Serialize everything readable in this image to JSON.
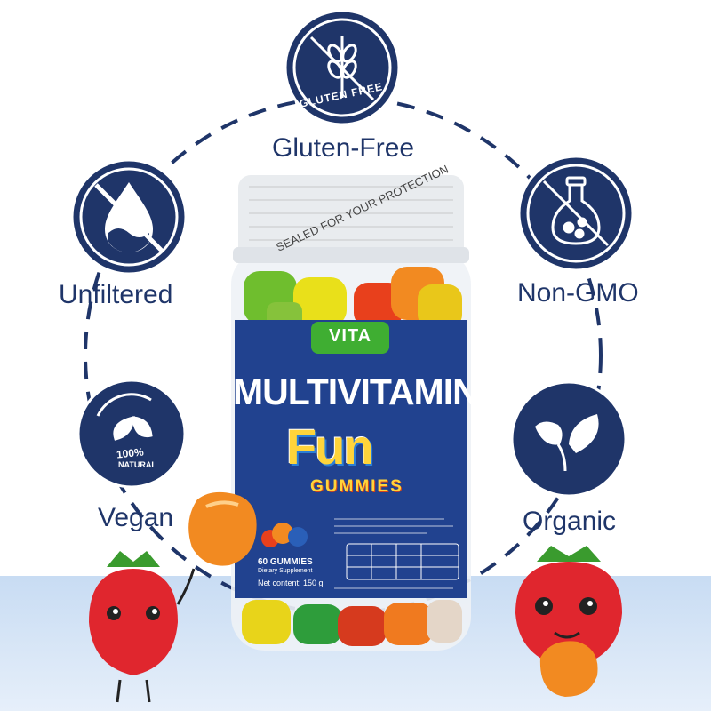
{
  "features": {
    "top": "Gluten-Free",
    "left_upper": "Unfiltered",
    "right_upper": "Non-GMO",
    "left_lower": "Vegan",
    "right_lower": "Organic"
  },
  "badges": {
    "gluten_free_text": "GLUTEN FREE",
    "natural_pct": "100%",
    "natural_word": "NATURAL"
  },
  "seal": {
    "text": "SEALED FOR YOUR PROTECTION"
  },
  "product": {
    "brand": "VITA",
    "title": "MULTIVITAMIN",
    "fun": "Fun",
    "gummies": "GUMMIES",
    "count": "60 GUMMIES",
    "subtitle": "Dietary Supplement",
    "net_content": "Net content: 150 g"
  },
  "colors": {
    "navy": "#1f3569",
    "label_blue": "#21428f",
    "floor": "#c8dcf3"
  },
  "icons": [
    "wheat-crossed-icon",
    "water-drop-crossed-icon",
    "flask-crossed-icon",
    "leaf-icon",
    "leaves-icon"
  ]
}
